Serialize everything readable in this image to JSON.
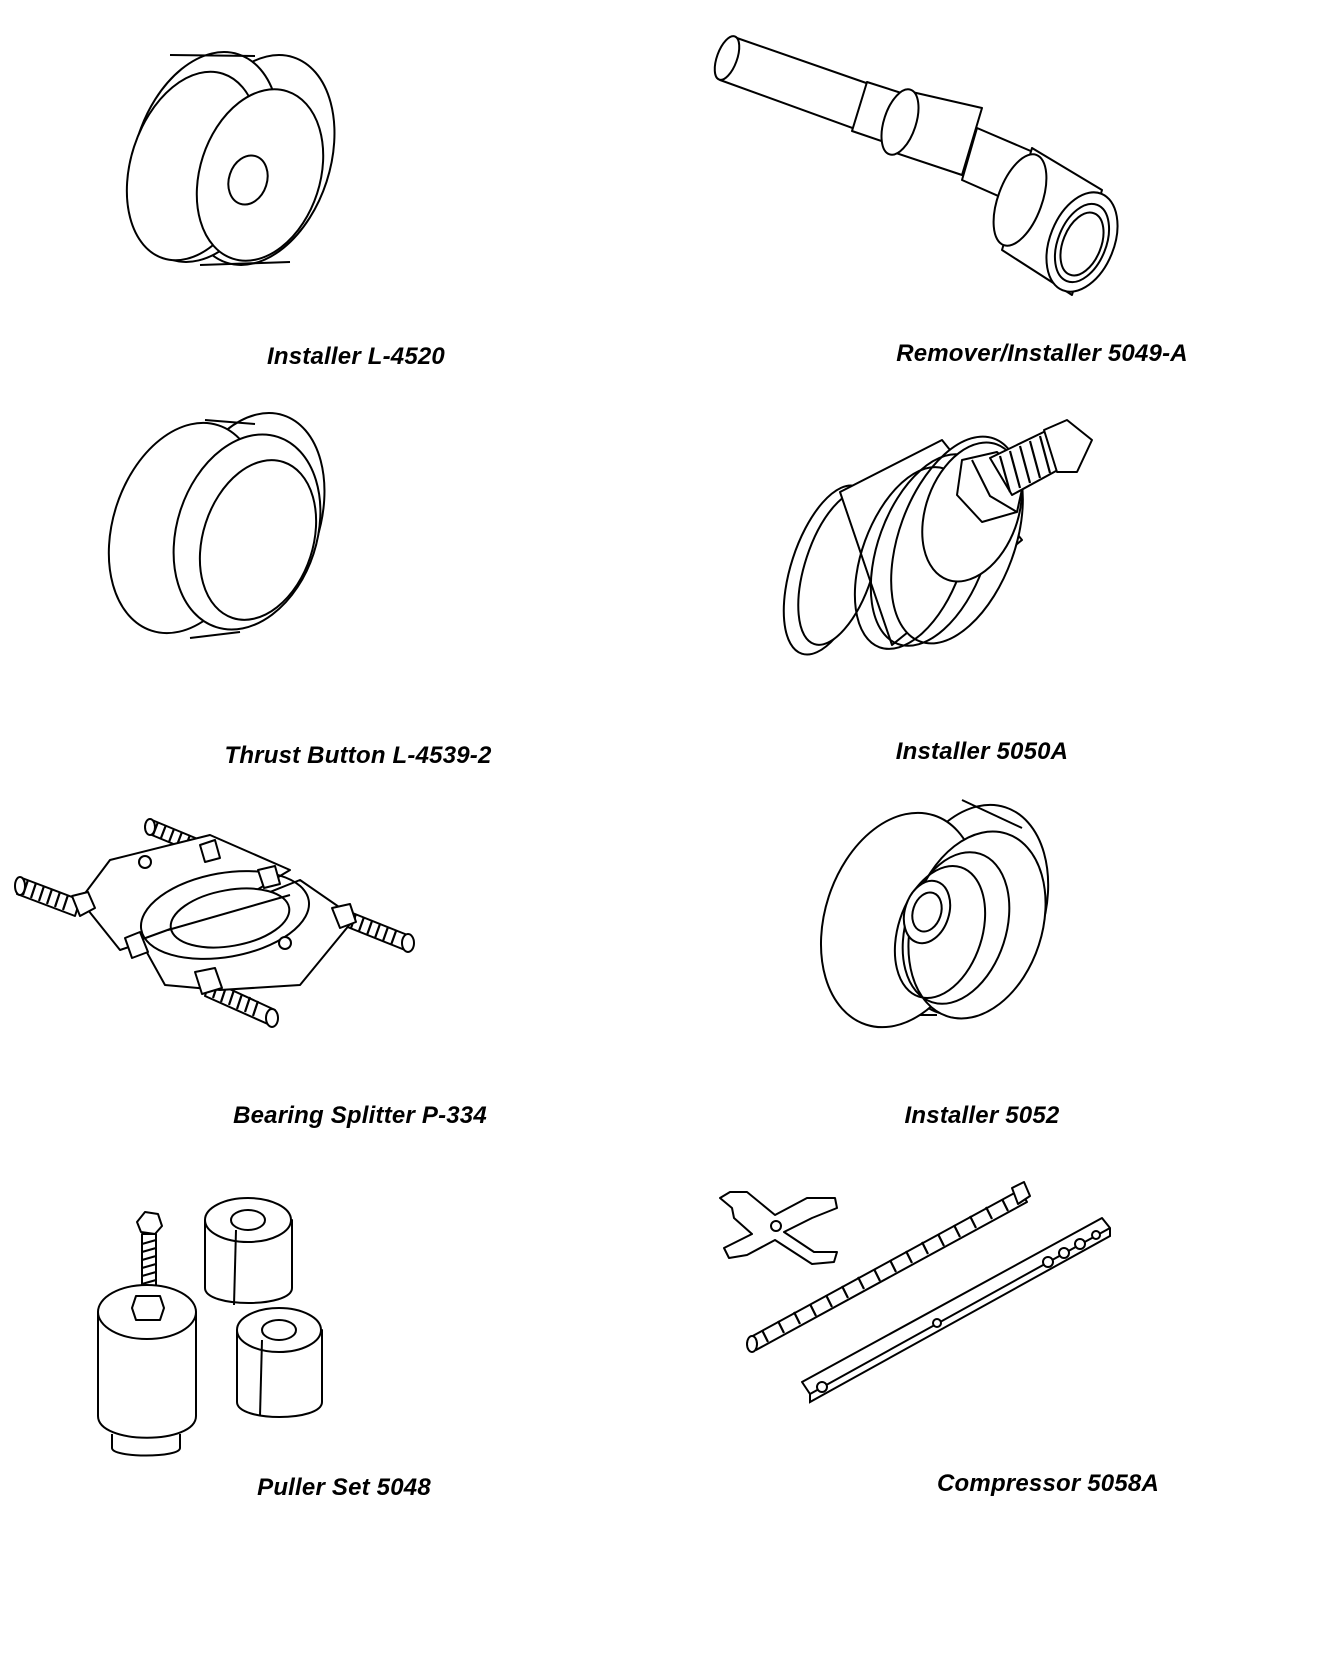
{
  "tools": [
    {
      "id": "installer-l-4520",
      "caption": "Installer L-4520"
    },
    {
      "id": "remover-installer-5049-a",
      "caption": "Remover/Installer 5049-A"
    },
    {
      "id": "thrust-button-l-4539-2",
      "caption": "Thrust Button L-4539-2"
    },
    {
      "id": "installer-5050a",
      "caption": "Installer 5050A"
    },
    {
      "id": "bearing-splitter-p-334",
      "caption": "Bearing Splitter P-334"
    },
    {
      "id": "installer-5052",
      "caption": "Installer 5052"
    },
    {
      "id": "puller-set-5048",
      "caption": "Puller Set 5048"
    },
    {
      "id": "compressor-5058a",
      "caption": "Compressor 5058A"
    }
  ],
  "colors": {
    "line": "#000000",
    "background": "#ffffff"
  }
}
